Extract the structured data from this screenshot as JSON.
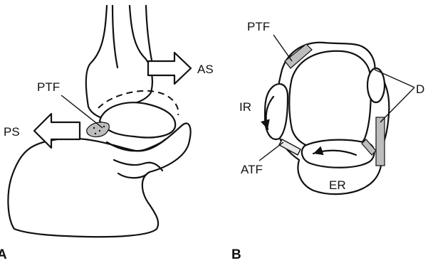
{
  "panel_a": {
    "letter": "A",
    "labels": {
      "ptf": "PTF",
      "as": "AS",
      "ps": "PS"
    }
  },
  "panel_b": {
    "letter": "B",
    "labels": {
      "ptf": "PTF",
      "d": "D",
      "ir": "IR",
      "atf": "ATF",
      "er": "ER"
    }
  },
  "colors": {
    "ink": "#111111",
    "paper": "#ffffff",
    "stipple": "#bdbdbd"
  }
}
